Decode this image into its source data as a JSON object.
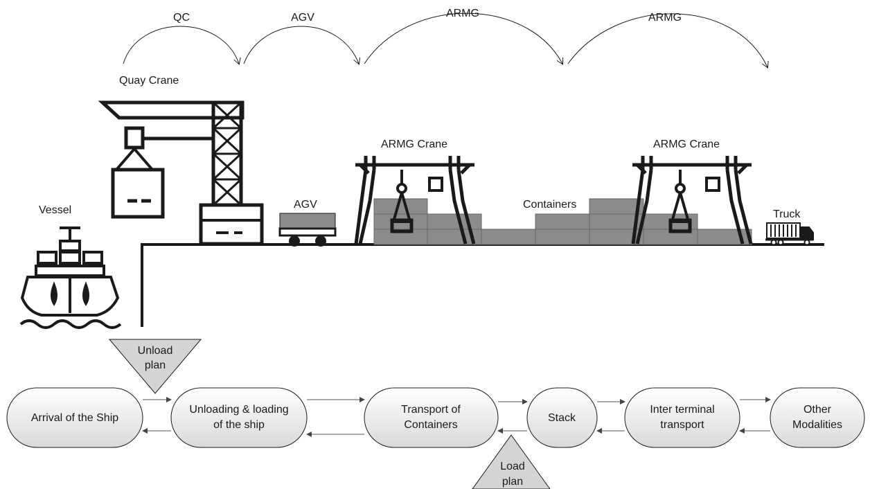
{
  "transfers": [
    {
      "label": "QC"
    },
    {
      "label": "AGV"
    },
    {
      "label": "ARMG"
    },
    {
      "label": "ARMG"
    }
  ],
  "equipment": {
    "quay_crane": "Quay Crane",
    "vessel": "Vessel",
    "agv": "AGV",
    "armg_crane_1": "ARMG Crane",
    "armg_crane_2": "ARMG Crane",
    "containers": "Containers",
    "truck": "Truck"
  },
  "plans": {
    "unload": [
      "Unload",
      "plan"
    ],
    "load": [
      "Load",
      "plan"
    ]
  },
  "process_steps": [
    {
      "lines": [
        "Arrival of the Ship"
      ]
    },
    {
      "lines": [
        "Unloading & loading",
        "of the ship"
      ]
    },
    {
      "lines": [
        "Transport of",
        "Containers"
      ]
    },
    {
      "lines": [
        "Stack"
      ]
    },
    {
      "lines": [
        "Inter terminal",
        "transport"
      ]
    },
    {
      "lines": [
        "Other",
        "Modalities"
      ]
    }
  ],
  "colors": {
    "line": "#1a1a1a",
    "container_fill": "#8c8c8c",
    "node_fill_top": "#ffffff",
    "node_fill_bottom": "#d9d9d9",
    "plan_fill": "#d4d4d4"
  }
}
